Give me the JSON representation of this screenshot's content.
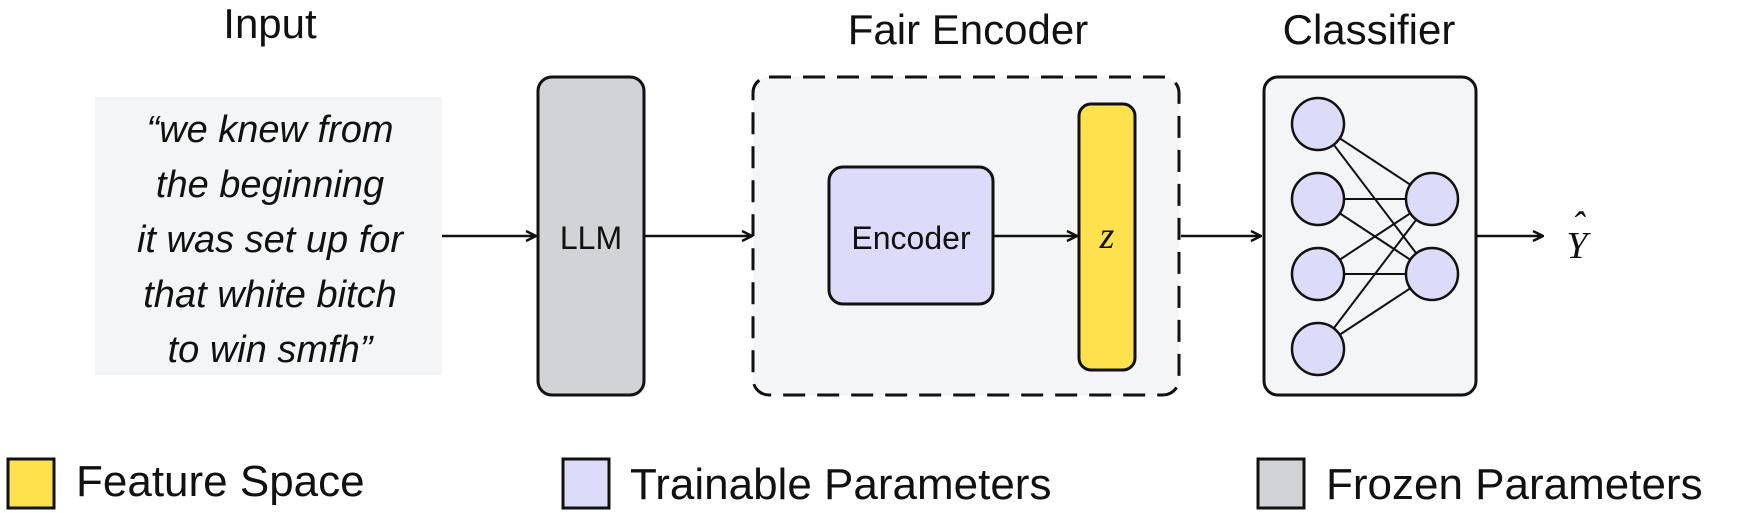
{
  "titles": {
    "input": "Input",
    "fair_encoder": "Fair Encoder",
    "classifier": "Classifier"
  },
  "input_text": {
    "lines": [
      "“we knew from",
      "the beginning",
      "it was set up for",
      "that white bitch",
      "to win smfh”"
    ]
  },
  "blocks": {
    "llm": "LLM",
    "encoder": "Encoder",
    "z": "z"
  },
  "output": {
    "label": "Y",
    "hat": "ˆ"
  },
  "legend": {
    "feature_space": "Feature Space",
    "trainable": "Trainable Parameters",
    "frozen": "Frozen Parameters"
  },
  "colors": {
    "feature_space": "#FFE14D",
    "trainable": "#DCDCFA",
    "frozen": "#D1D3D6",
    "panel_bg": "#F4F5F6"
  }
}
